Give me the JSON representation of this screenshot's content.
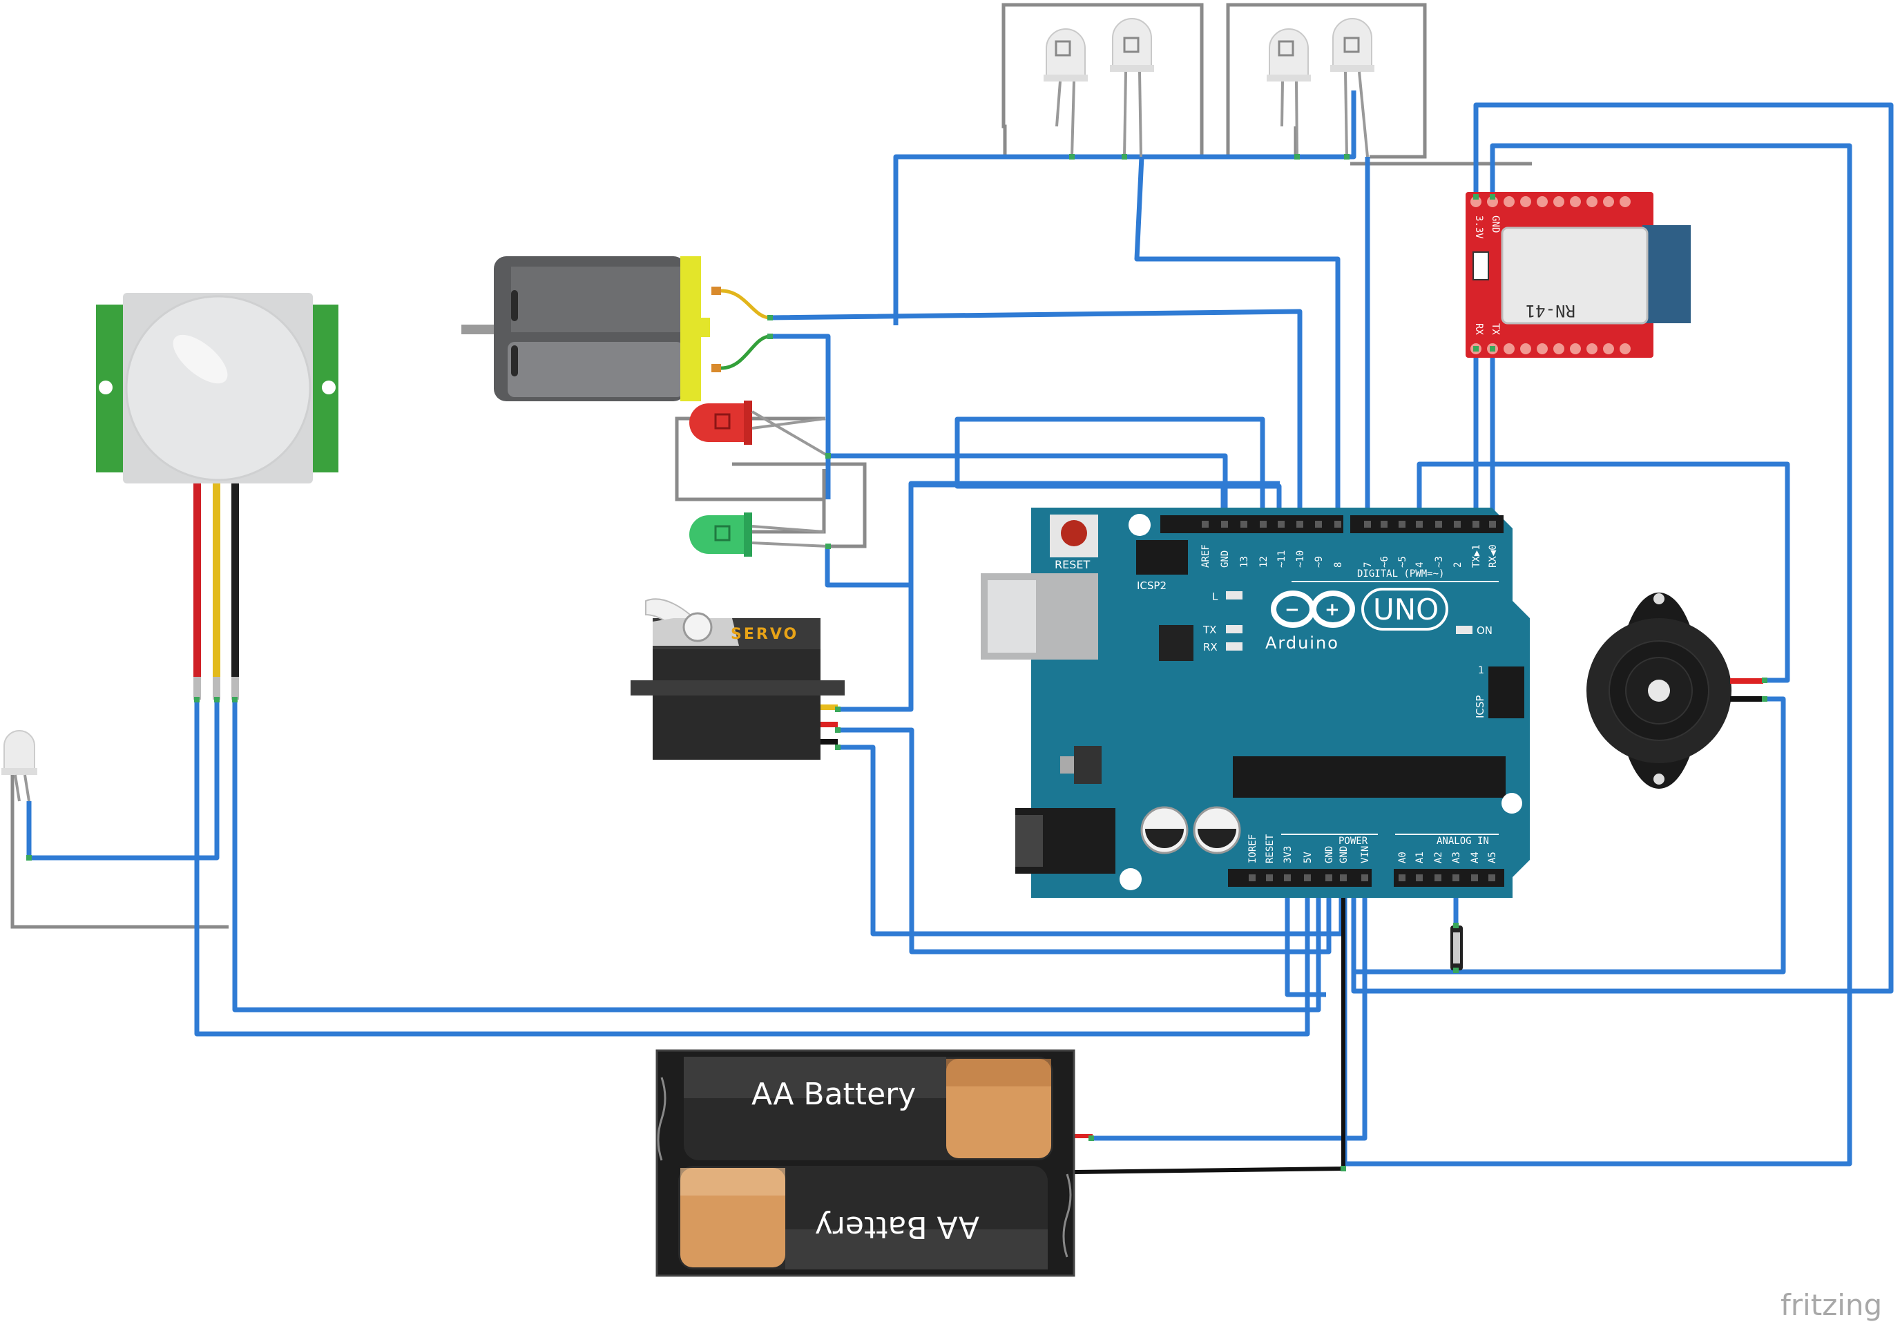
{
  "diagram": {
    "watermark": "fritzing",
    "pir_sensor": {},
    "dc_motor": {},
    "led_red": {},
    "led_green": {},
    "led_white": {},
    "servo": {
      "label": "SERVO"
    },
    "arduino": {
      "logo_text": "Arduino",
      "model": "UNO",
      "reset_label": "RESET",
      "icsp2_label": "ICSP2",
      "icsp_label": "ICSP",
      "icsp_pin1": "1",
      "digital_label": "DIGITAL (PWM=~)",
      "power_label": "POWER",
      "analog_label": "ANALOG IN",
      "led_l": "L",
      "led_tx": "TX",
      "led_rx": "RX",
      "led_on": "ON",
      "digital_pins": [
        "AREF",
        "GND",
        "13",
        "12",
        "~11",
        "~10",
        "~9",
        "8",
        "7",
        "~6",
        "~5",
        "4",
        "~3",
        "2",
        "TX▶1",
        "RX◀0"
      ],
      "power_pins": [
        "IOREF",
        "RESET",
        "3V3",
        "5V",
        "GND",
        "GND",
        "VIN"
      ],
      "analog_pins": [
        "A0",
        "A1",
        "A2",
        "A3",
        "A4",
        "A5"
      ]
    },
    "bluetooth": {
      "name": "RN-41",
      "pin_3v3": "3.3V",
      "pin_gnd": "GND",
      "pin_rx": "RX",
      "pin_tx": "TX"
    },
    "battery": {
      "top_label": "AA Battery",
      "bottom_label": "AA Battery"
    },
    "buzzer": {},
    "resistor": {},
    "colors": {
      "wire_blue": "#2f7bd4",
      "wire_grey": "#8a8a8a",
      "board_teal": "#1b7793",
      "bt_red": "#d8232a"
    }
  }
}
